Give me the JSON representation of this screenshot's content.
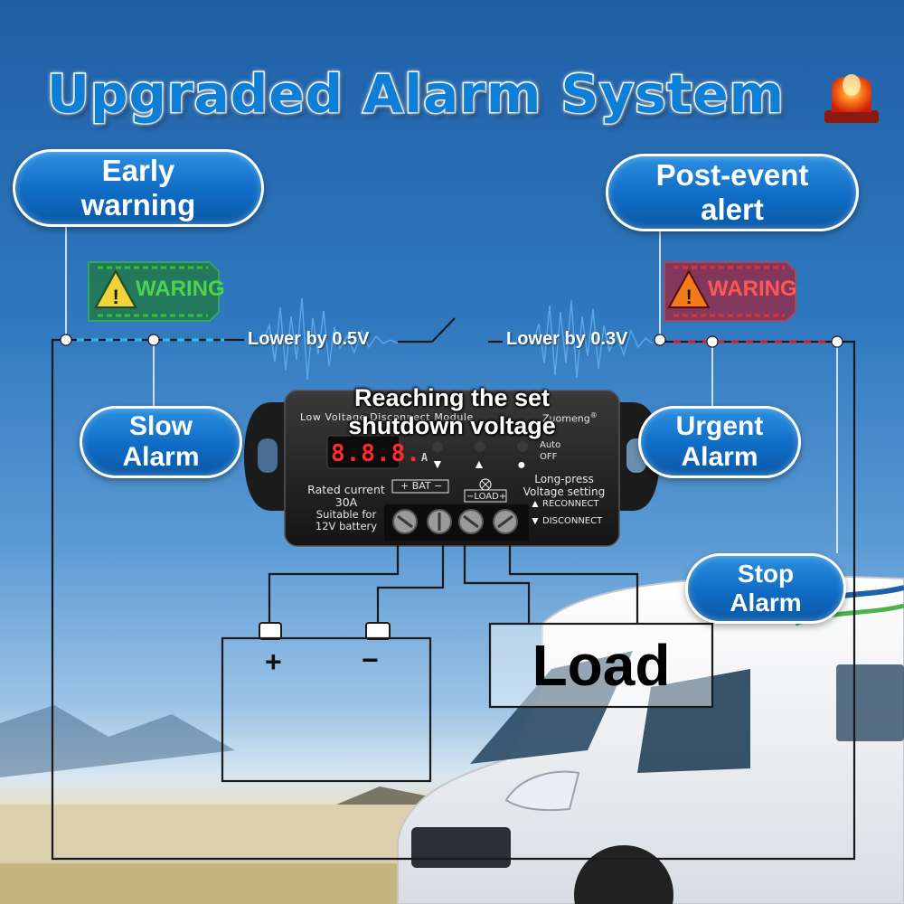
{
  "title": "Upgraded Alarm System",
  "callouts": {
    "early_warning": "Early\nwarning",
    "post_event_alert": "Post-event\nalert",
    "slow_alarm": "Slow\nAlarm",
    "urgent_alarm": "Urgent\nAlarm",
    "stop_alarm": "Stop\nAlarm"
  },
  "warning_badges": {
    "green_text": "WARING",
    "red_text": "WARING",
    "green_color": "#36c236",
    "red_color": "#e23232"
  },
  "voltage_drops": {
    "first": "Lower by 0.5V",
    "second": "Lower by 0.3V"
  },
  "shutdown_label": "Reaching the set\nshutdown voltage",
  "device": {
    "module_name": "Low Voltage Disconnect Module",
    "brand": "Zuomeng",
    "brand_mark": "®",
    "display": "8.8.8.",
    "display_unit": "A",
    "auto_label": "Auto",
    "off_label": "OFF",
    "rated_current": "Rated current\n30A",
    "suitable_for": "Suitable for\n12V battery",
    "bat_terminal": "+ BAT −",
    "load_terminal": "−LOAD+",
    "long_press": "Long-press\nVoltage setting",
    "reconnect": "RECONNECT",
    "disconnect": "DISCONNECT"
  },
  "battery": {
    "plus": "+",
    "minus": "−"
  },
  "load": "Load",
  "icons": {
    "alarm_beacon": "red-beacon-icon",
    "warning_triangle": "warning-triangle-icon",
    "bulb": "bulb-icon"
  }
}
